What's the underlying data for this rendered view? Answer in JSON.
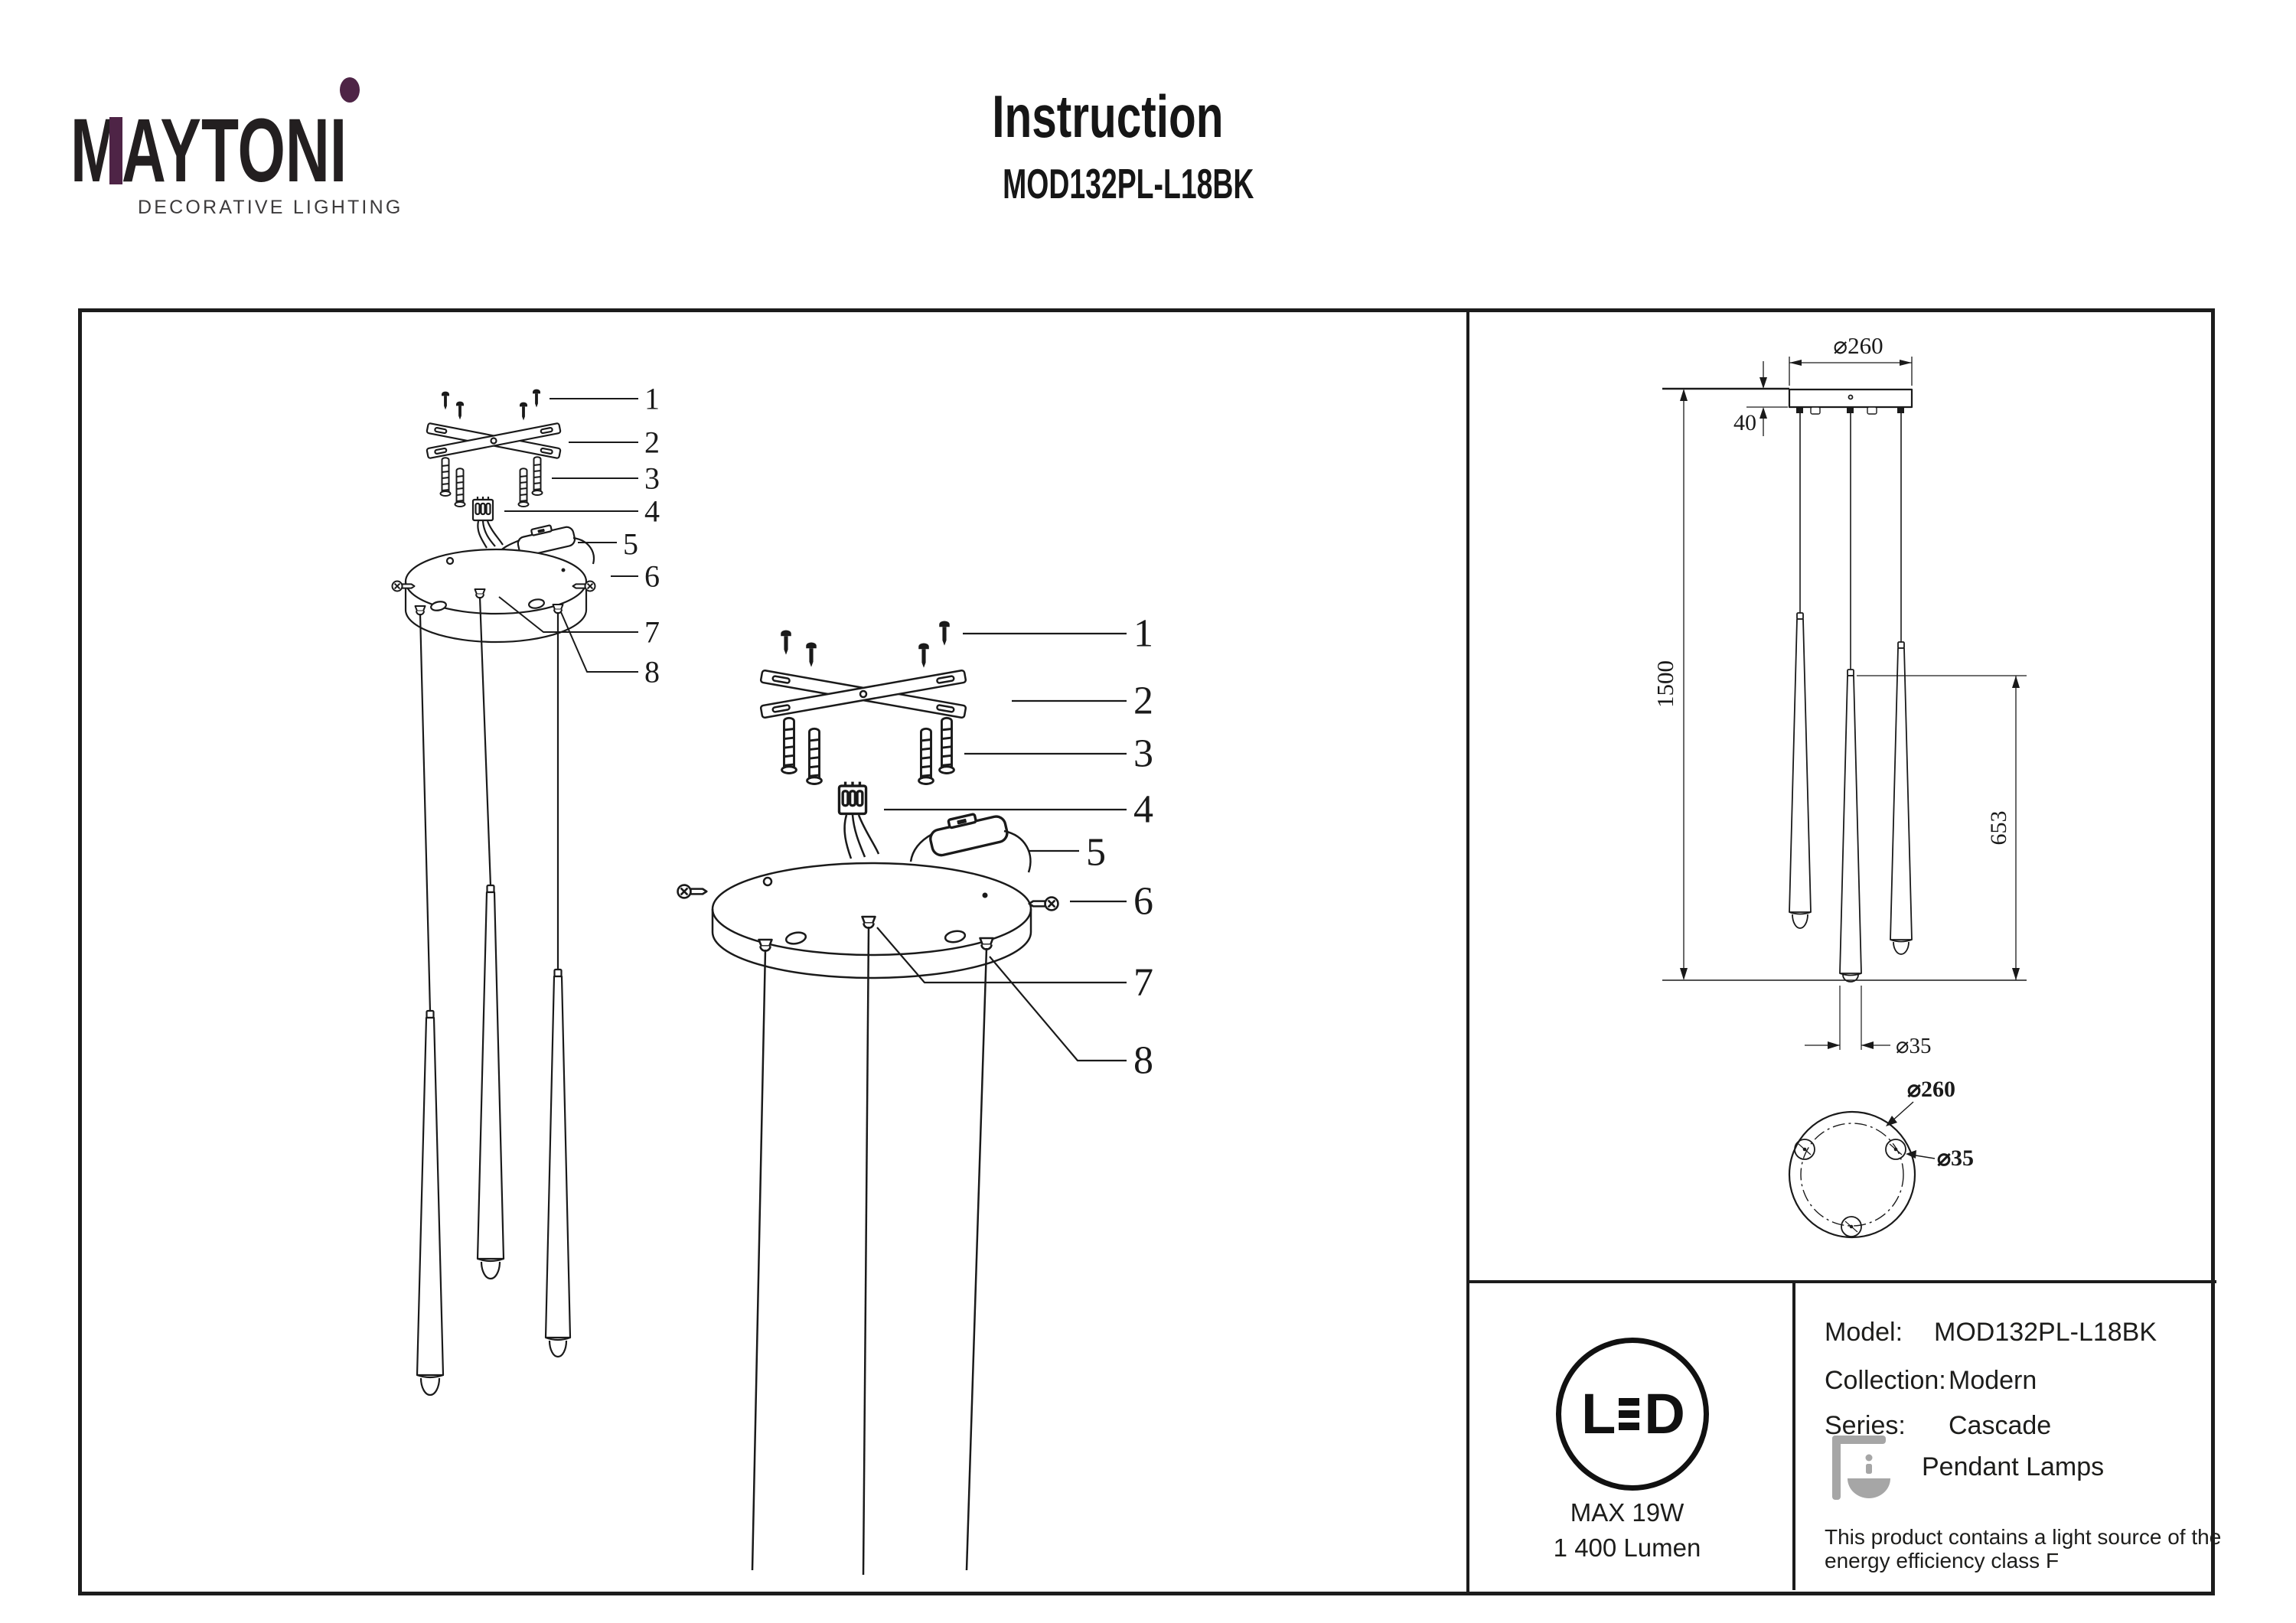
{
  "header": {
    "brand": "MAYTONI",
    "tagline": "DECORATIVE LIGHTING",
    "title": "Instruction",
    "model": "MOD132PL-L18BK"
  },
  "parts": [
    "1",
    "2",
    "3",
    "4",
    "5",
    "6",
    "7",
    "8"
  ],
  "dims": {
    "canopy_diameter": "⌀260",
    "canopy_height": "40",
    "total_drop": "1500",
    "shade_length": "653",
    "shade_diameter": "⌀35",
    "bottom_view_diameter": "⌀260",
    "bottom_view_hole": "⌀35"
  },
  "led": {
    "l": "L",
    "d": "D",
    "max_power": "MAX 19W",
    "lumen": "1 400 Lumen"
  },
  "table": {
    "model_label": "Model:",
    "model_value": "MOD132PL-L18BK",
    "collection_label": "Collection:",
    "collection_value": "Modern",
    "series_label": "Series:",
    "series_value": "Cascade",
    "type_value": "Pendant Lamps",
    "note1": "This product contains a light source of the",
    "note2": "energy efficiency class F"
  },
  "colors": {
    "accent": "#4e2446",
    "ink": "#1a1a1a",
    "icon_gray": "#a6a6a6"
  }
}
